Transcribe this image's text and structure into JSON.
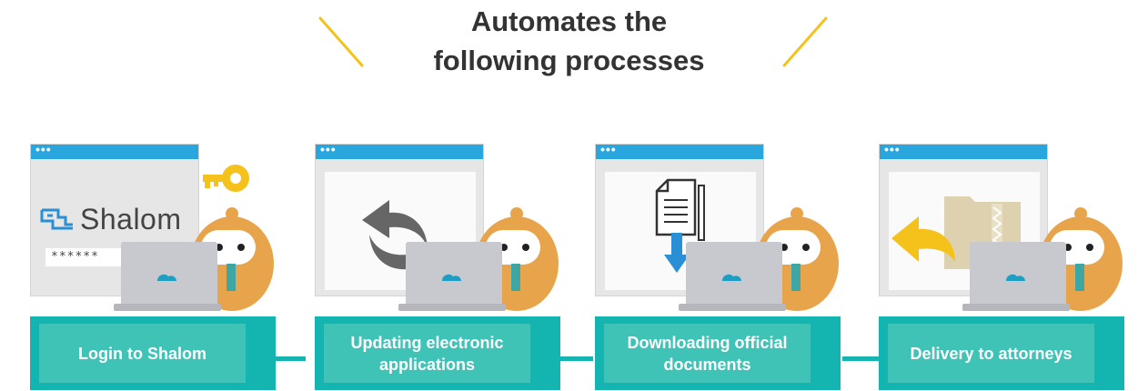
{
  "heading": {
    "line1": "Automates the",
    "line2": "following processes"
  },
  "colors": {
    "teal_dark": "#14b5b0",
    "teal_light": "#3fc3b7",
    "window_bar": "#2aa6de",
    "accent_yellow": "#f5c21b",
    "robot_orange": "#e8a44a"
  },
  "steps": [
    {
      "label": "Login to Shalom",
      "logo_text": "Shalom",
      "password_mask": "******",
      "icons": [
        "shalom-logo-icon",
        "key-icon",
        "robot-icon",
        "laptop-icon"
      ]
    },
    {
      "label": "Updating electronic\napplications",
      "icons": [
        "sync-arrows-icon",
        "robot-icon",
        "laptop-icon"
      ]
    },
    {
      "label": "Downloading official\ndocuments",
      "icons": [
        "document-download-icon",
        "robot-icon",
        "laptop-icon"
      ]
    },
    {
      "label": "Delivery to attorneys",
      "icons": [
        "folder-icon",
        "return-arrow-icon",
        "robot-icon",
        "laptop-icon"
      ]
    }
  ]
}
